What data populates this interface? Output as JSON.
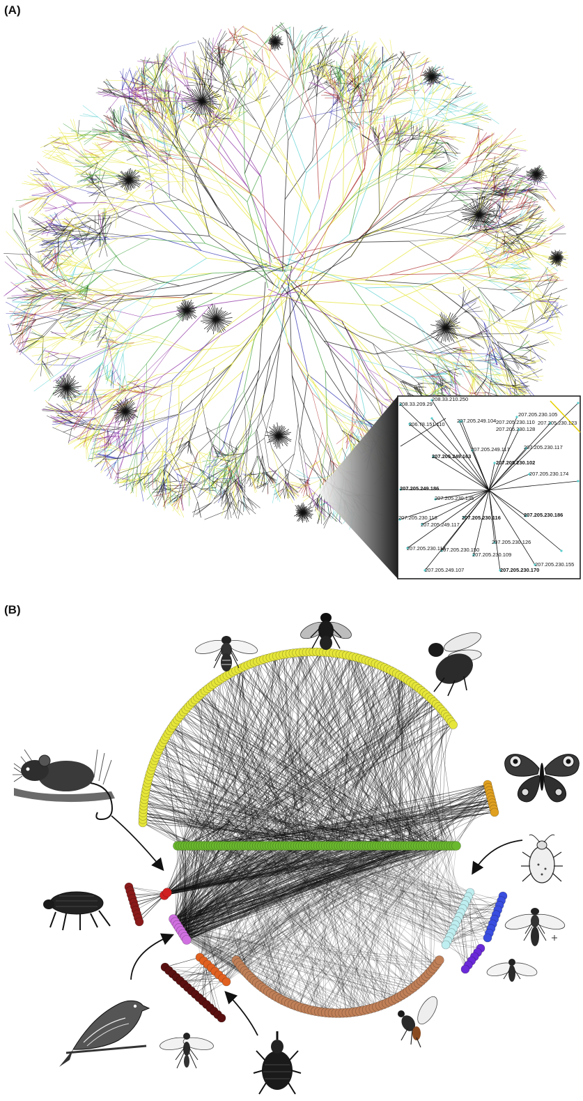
{
  "panel_a": {
    "label": "(A)",
    "inset_labels": [
      "207.205.230.105",
      "207.205.230.110",
      "207.205.230.128",
      "207.205.230.123",
      "207.205.230.117",
      "207.205.249.117",
      "207.205.230.102",
      "207.205.230.174",
      "207.205.249.163",
      "207.205.249.186",
      "207.205.230.135",
      "207.205.230.118",
      "207.205.249.117",
      "207.205.230.116",
      "207.205.230.186",
      "207.205.230.126",
      "207.205.230.113",
      "207.205.230.150",
      "207.205.230.109",
      "207.205.230.155",
      "207.205.249.107",
      "207.205.230.170",
      "208.33.210.250",
      "208.33.209.29",
      "206.78.151.110",
      "207.205.249.104"
    ],
    "palette": {
      "black": "#111111",
      "yellow": "#e8e84a",
      "blue": "#2b2bb0",
      "purple": "#8a2aa0",
      "green": "#3fa23f",
      "red": "#b03030",
      "cyan": "#5ad0d0"
    }
  },
  "panel_b": {
    "label": "(B)",
    "arcs": [
      {
        "name": "yellow-arc",
        "color": "#e6e63a"
      },
      {
        "name": "orange-arc",
        "color": "#e0a020"
      },
      {
        "name": "green-arc",
        "color": "#6ab82e"
      },
      {
        "name": "light-cyan-arc",
        "color": "#bfeef0"
      },
      {
        "name": "blue-arc",
        "color": "#3a4ee0"
      },
      {
        "name": "violet-arc",
        "color": "#6a2ad8"
      },
      {
        "name": "brown-arc",
        "color": "#c08058"
      },
      {
        "name": "orange-red-arc",
        "color": "#e06020"
      },
      {
        "name": "dark-maroon-arc",
        "color": "#5a1010"
      },
      {
        "name": "red-node",
        "color": "#d02020"
      },
      {
        "name": "dark-red-arc",
        "color": "#8a1a1a"
      },
      {
        "name": "magenta-arc",
        "color": "#d070e0"
      }
    ],
    "organism_icons": [
      "bee-icon",
      "fly-icon",
      "bumblebee-icon",
      "butterfly-icon",
      "mouse-icon",
      "aphid-icon",
      "flea-icon",
      "wasp-icon",
      "small-wasp-icon",
      "bird-icon",
      "parasitoid-wasp-icon",
      "weevil-icon",
      "ichneumon-wasp-icon"
    ]
  }
}
